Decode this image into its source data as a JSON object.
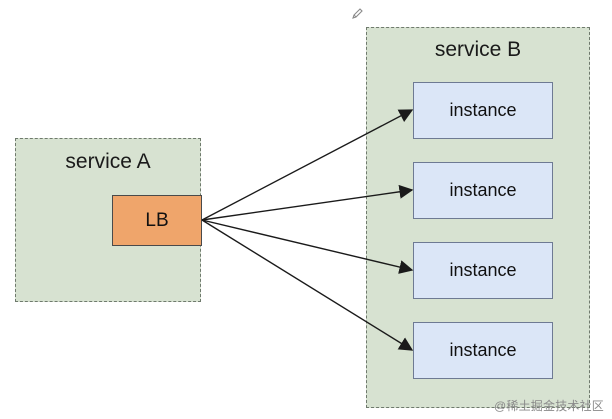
{
  "diagram": {
    "service_a": {
      "title": "service A",
      "load_balancer": "LB"
    },
    "service_b": {
      "title": "service B",
      "instances": [
        "instance",
        "instance",
        "instance",
        "instance"
      ]
    }
  },
  "watermark": "@稀土掘金技术社区",
  "colors": {
    "service_box_fill": "#d7e2d1",
    "lb_fill": "#efa56b",
    "instance_fill": "#dbe6f7",
    "arrow": "#1a1a1a"
  },
  "icons": {
    "pen": "pen-icon"
  }
}
